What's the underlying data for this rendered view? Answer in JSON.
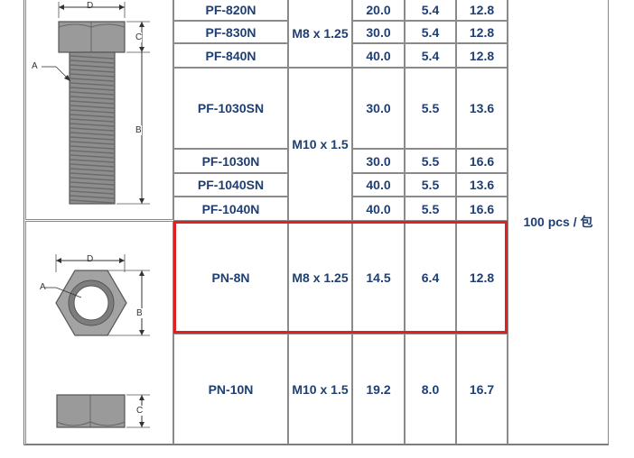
{
  "bolt_labels": {
    "d": "D",
    "c": "C",
    "a": "A",
    "b": "B"
  },
  "nut_labels": {
    "d": "D",
    "a": "A",
    "b": "B",
    "c": "C"
  },
  "rows": [
    {
      "part": "PF-820N",
      "c1": "20.0",
      "c2": "5.4",
      "c3": "12.8"
    },
    {
      "part": "PF-830N",
      "c1": "30.0",
      "c2": "5.4",
      "c3": "12.8"
    },
    {
      "part": "PF-840N",
      "c1": "40.0",
      "c2": "5.4",
      "c3": "12.8"
    },
    {
      "part": "PF-1030SN",
      "c1": "30.0",
      "c2": "5.5",
      "c3": "13.6"
    },
    {
      "part": "PF-1030N",
      "c1": "30.0",
      "c2": "5.5",
      "c3": "16.6"
    },
    {
      "part": "PF-1040SN",
      "c1": "40.0",
      "c2": "5.5",
      "c3": "13.6"
    },
    {
      "part": "PF-1040N",
      "c1": "40.0",
      "c2": "5.5",
      "c3": "16.6"
    },
    {
      "part": "PN-8N",
      "c1": "14.5",
      "c2": "6.4",
      "c3": "12.8"
    },
    {
      "part": "PN-10N",
      "c1": "19.2",
      "c2": "8.0",
      "c3": "16.7"
    }
  ],
  "threads": {
    "m8_bolt": "M8 x 1.25",
    "m10_bolt": "M10 x 1.5",
    "m8_nut": "M8 x 1.25",
    "m10_nut": "M10 x 1.5"
  },
  "packaging": "100 pcs / 包"
}
